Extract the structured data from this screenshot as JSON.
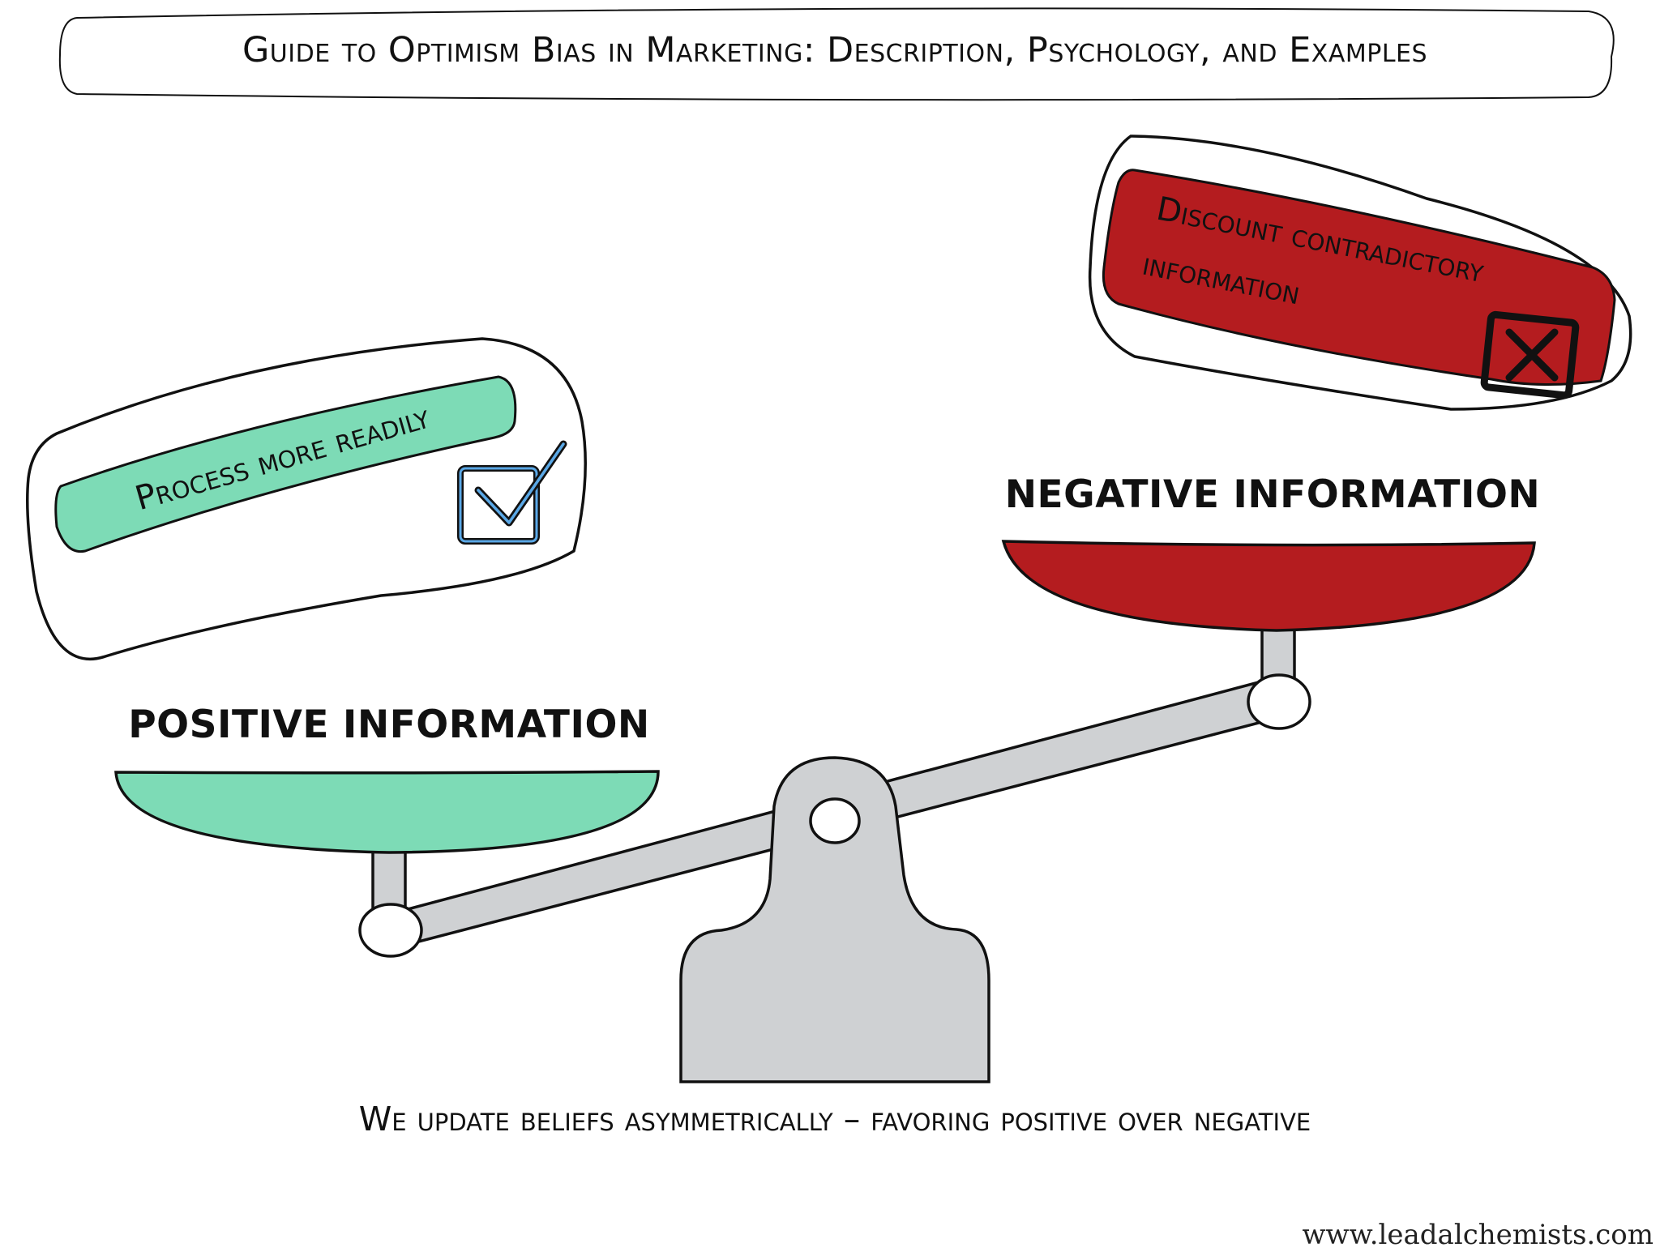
{
  "title": "Guide to Optimism Bias in Marketing: Description, Psychology, and Examples",
  "positive": {
    "heading": "POSITIVE INFORMATION",
    "callout": "Process more readily",
    "icon": "checkbox-checked-icon",
    "color": "#7ddbb6"
  },
  "negative": {
    "heading": "NEGATIVE INFORMATION",
    "callout_line1": "Discount contradictory",
    "callout_line2": "information",
    "icon": "checkbox-x-icon",
    "color": "#b41c1f"
  },
  "caption": "We update beliefs asymmetrically – favoring positive over negative",
  "footer_url": "www.leadalchemists.com",
  "colors": {
    "scale_gray": "#cfd1d3",
    "outline": "#111111",
    "check_blue": "#5aa8e6"
  }
}
